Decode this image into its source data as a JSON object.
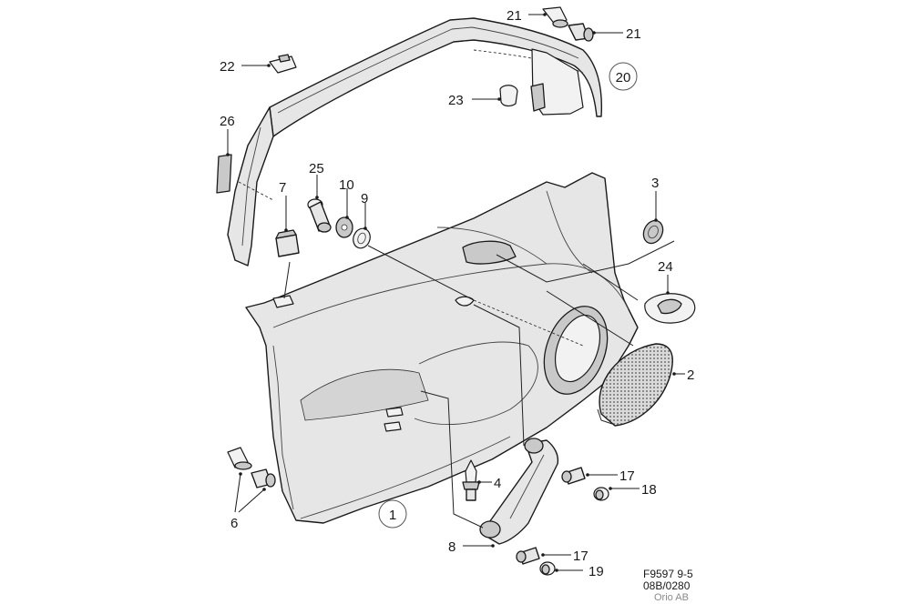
{
  "figure": {
    "callouts": [
      {
        "id": "c1",
        "text": "1",
        "circled": true
      },
      {
        "id": "c2",
        "text": "2",
        "circled": false
      },
      {
        "id": "c3",
        "text": "3",
        "circled": false
      },
      {
        "id": "c4",
        "text": "4",
        "circled": false
      },
      {
        "id": "c6",
        "text": "6",
        "circled": false
      },
      {
        "id": "c7",
        "text": "7",
        "circled": false
      },
      {
        "id": "c8",
        "text": "8",
        "circled": false
      },
      {
        "id": "c9",
        "text": "9",
        "circled": false
      },
      {
        "id": "c10",
        "text": "10",
        "circled": false
      },
      {
        "id": "c17a",
        "text": "17",
        "circled": false
      },
      {
        "id": "c17b",
        "text": "17",
        "circled": false
      },
      {
        "id": "c18",
        "text": "18",
        "circled": false
      },
      {
        "id": "c19",
        "text": "19",
        "circled": false
      },
      {
        "id": "c20",
        "text": "20",
        "circled": true
      },
      {
        "id": "c21a",
        "text": "21",
        "circled": false
      },
      {
        "id": "c21b",
        "text": "21",
        "circled": false
      },
      {
        "id": "c22",
        "text": "22",
        "circled": false
      },
      {
        "id": "c23",
        "text": "23",
        "circled": false
      },
      {
        "id": "c24",
        "text": "24",
        "circled": false
      },
      {
        "id": "c25",
        "text": "25",
        "circled": false
      },
      {
        "id": "c26",
        "text": "26",
        "circled": false
      }
    ],
    "reference": {
      "line1": "F9597 9-5",
      "line2": "08B/0280",
      "line3": "Orio AB"
    }
  }
}
